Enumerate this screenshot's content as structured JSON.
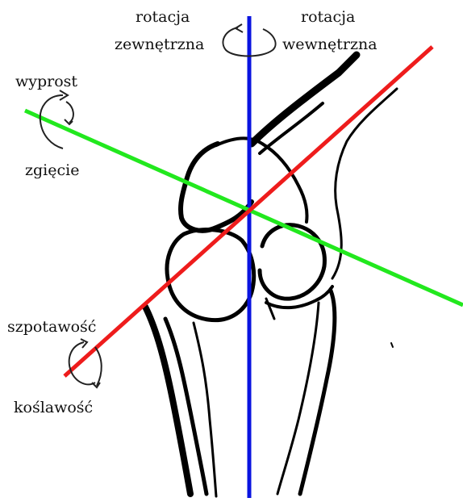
{
  "labels": {
    "rot_ext_1": "rotacja",
    "rot_ext_2": "zewnętrzna",
    "rot_int_1": "rotacja",
    "rot_int_2": "wewnętrzna",
    "extension": "wyprost",
    "flexion": "zgięcie",
    "varus": "szpotawość",
    "valgus": "koślawość"
  },
  "colors": {
    "vertical_axis": "#0a14e0",
    "sagittal_axis": "#22e81e",
    "frontal_axis": "#ee1c1c",
    "bone_outline": "#000000",
    "rotation_arrows": "#222222"
  },
  "icons": {
    "top_arrow": "circular-rotation-arrow",
    "left_upper_arrow": "circular-rotation-arrow",
    "left_lower_arrow": "circular-rotation-arrow"
  }
}
